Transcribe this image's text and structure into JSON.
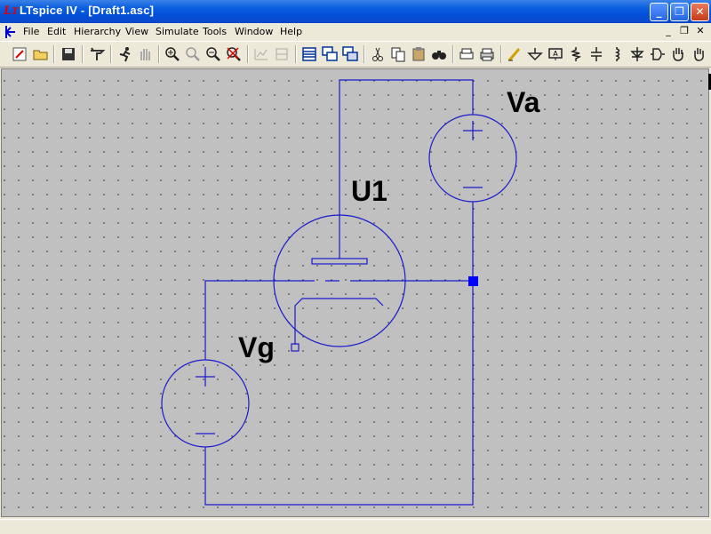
{
  "window": {
    "title": "LTspice IV - [Draft1.asc]",
    "app_icon": "ltspice-logo-icon"
  },
  "menu": {
    "items": [
      {
        "label": "File"
      },
      {
        "label": "Edit"
      },
      {
        "label": "Hierarchy"
      },
      {
        "label": "View"
      },
      {
        "label": "Simulate"
      },
      {
        "label": "Tools"
      },
      {
        "label": "Window"
      },
      {
        "label": "Help"
      }
    ]
  },
  "toolbar": {
    "icons": [
      "new-schematic-icon",
      "open-icon",
      "save-icon",
      "control-panel-icon",
      "run-icon",
      "halt-icon",
      "zoom-in-icon",
      "pan-icon",
      "zoom-out-icon",
      "zoom-cancel-icon",
      "autorange-icon",
      "mark-unused-icon",
      "tile-vertically-icon",
      "cascade-icon",
      "close-all-icon",
      "cut-icon",
      "copy-icon",
      "paste-icon",
      "find-icon",
      "print-setup-icon",
      "print-icon",
      "draw-wire-icon",
      "ground-icon",
      "label-net-icon",
      "resistor-icon",
      "capacitor-icon",
      "inductor-icon",
      "diode-icon",
      "component-icon",
      "move-hand-icon",
      "drag-icon"
    ]
  },
  "schematic": {
    "labels": {
      "va": "Va",
      "u1": "U1",
      "vg": "Vg"
    },
    "wire_color": "#1a1acc",
    "junction_color": "#0000ff",
    "canvas_color": "#c0c0c0"
  },
  "colors": {
    "titlebar": "#0a5ee0",
    "chrome": "#ece9d8"
  }
}
